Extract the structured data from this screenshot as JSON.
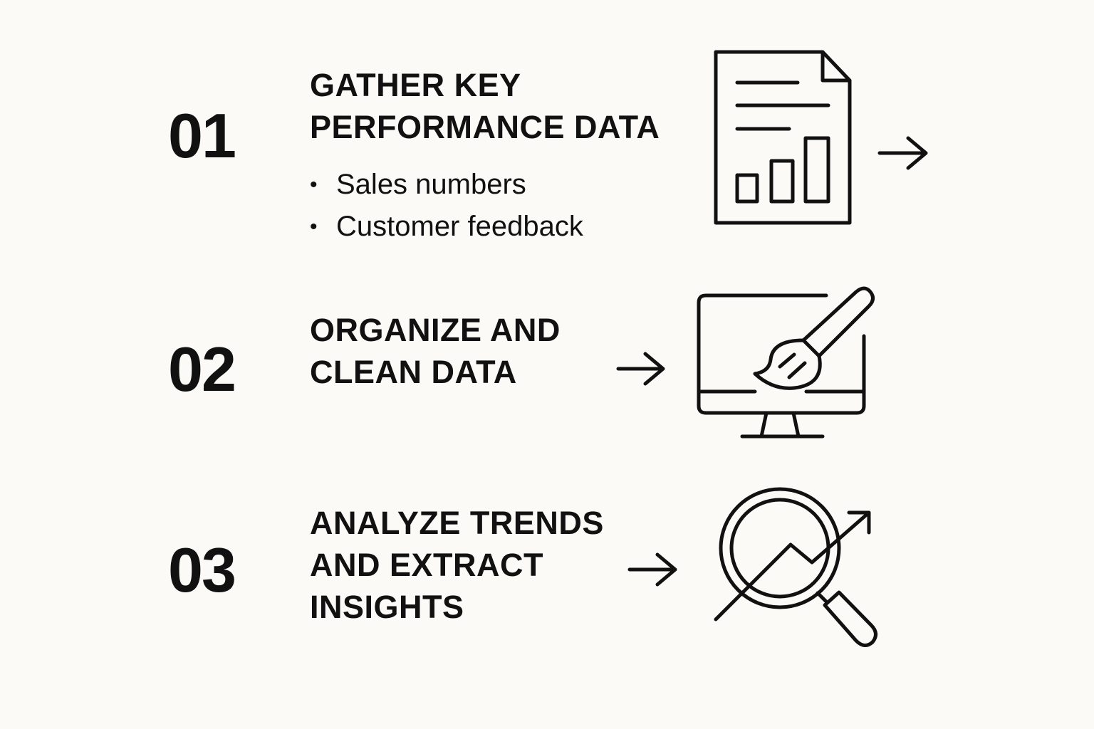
{
  "steps": [
    {
      "number": "01",
      "title_lines": [
        "GATHER KEY",
        "PERFORMANCE DATA"
      ],
      "bullets": [
        "Sales numbers",
        "Customer feedback"
      ],
      "icon": "report-document-icon"
    },
    {
      "number": "02",
      "title_lines": [
        "ORGANIZE AND",
        "CLEAN DATA"
      ],
      "icon": "monitor-brush-icon"
    },
    {
      "number": "03",
      "title_lines": [
        "ANALYZE TRENDS",
        "AND EXTRACT",
        "INSIGHTS"
      ],
      "icon": "magnifier-trend-icon"
    }
  ],
  "colors": {
    "background": "#fbfaf6",
    "ink": "#111111"
  }
}
